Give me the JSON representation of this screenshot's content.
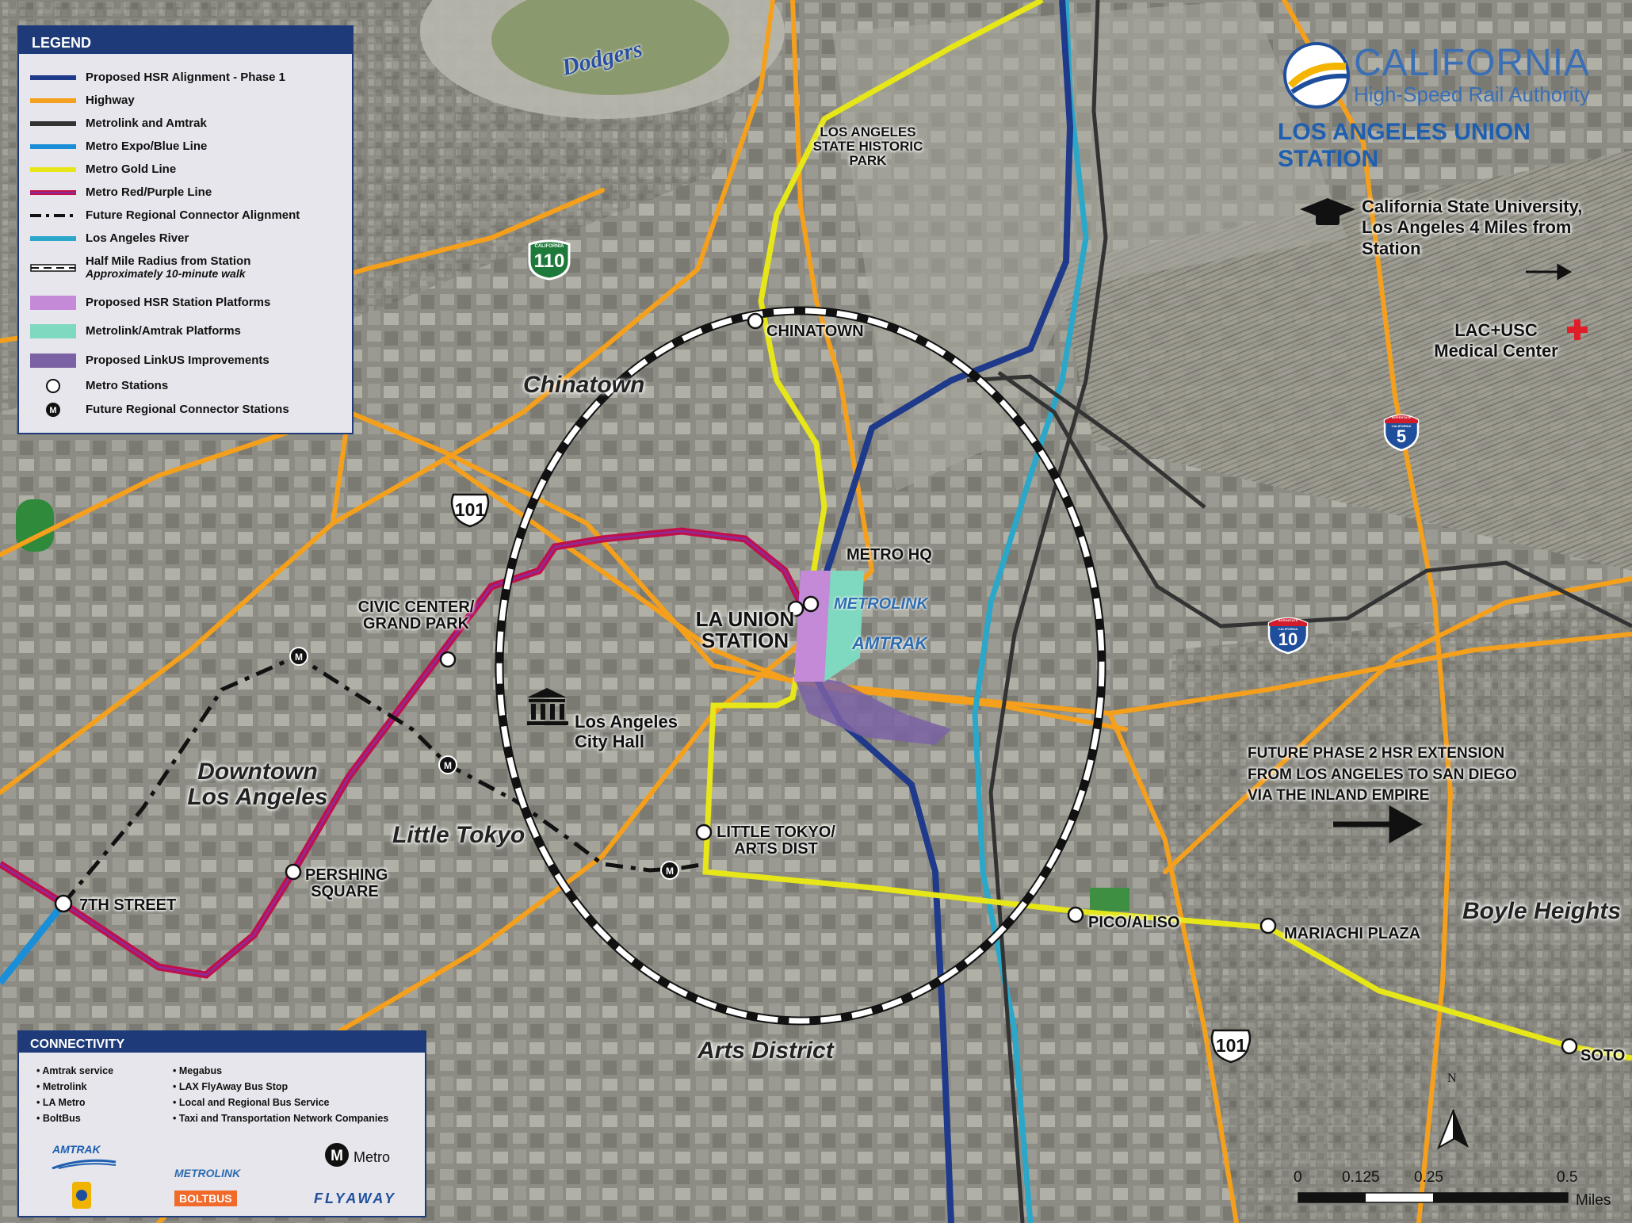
{
  "legend": {
    "title": "LEGEND",
    "items": [
      {
        "label": "Proposed HSR Alignment - Phase 1",
        "color": "#1f3a8a"
      },
      {
        "label": "Highway",
        "color": "#f5a01c"
      },
      {
        "label": "Metrolink and Amtrak",
        "color": "#333333"
      },
      {
        "label": "Metro Expo/Blue Line",
        "color": "#1a8fd8"
      },
      {
        "label": "Metro Gold Line",
        "color": "#e6e619"
      },
      {
        "label": "Metro Red/Purple Line",
        "color": "#d0104a"
      },
      {
        "label": "Future Regional Connector Alignment",
        "color": "#111111"
      },
      {
        "label": "Los Angeles River",
        "color": "#2aa7c9"
      },
      {
        "label": "Half Mile Radius from Station",
        "sublabel": "Approximately 10-minute walk"
      },
      {
        "label": "Proposed HSR Station Platforms",
        "color": "#c48ad8"
      },
      {
        "label": "Metrolink/Amtrak Platforms",
        "color": "#7fd8c0"
      },
      {
        "label": "Proposed LinkUS Improvements",
        "color": "#7b62a4"
      },
      {
        "label": "Metro Stations"
      },
      {
        "label": "Future Regional Connector Stations",
        "symbol": "M"
      }
    ]
  },
  "brand": {
    "line1": "CALIFORNIA",
    "line2": "High-Speed Rail Authority",
    "title": "LOS ANGELES UNION STATION"
  },
  "stations": {
    "chinatown": "CHINATOWN",
    "civic_center": "CIVIC CENTER/ GRAND PARK",
    "union": "LA UNION STATION",
    "little_tokyo": "LITTLE TOKYO/ ARTS DIST",
    "pershing": "PERSHING SQUARE",
    "seventh": "7TH STREET",
    "pico": "PICO/ALISO",
    "mariachi": "MARIACHI PLAZA",
    "soto": "SOTO",
    "metro_hq": "METRO HQ"
  },
  "neighborhoods": {
    "chinatown": "Chinatown",
    "downtown": "Downtown Los Angeles",
    "little_tokyo": "Little Tokyo",
    "arts_district": "Arts District",
    "boyle_heights": "Boyle Heights"
  },
  "places": {
    "historic_park": "LOS ANGELES STATE HISTORIC PARK",
    "city_hall": "Los Angeles City Hall",
    "csula": "California State University, Los Angeles 4 Miles from Station",
    "lac_usc": "LAC+USC Medical Center",
    "phase2": "FUTURE PHASE 2 HSR EXTENSION FROM LOS ANGELES TO SAN DIEGO VIA THE INLAND EMPIRE",
    "dodgers": "Dodgers"
  },
  "shields": {
    "ca110": {
      "top": "CALIFORNIA",
      "num": "110"
    },
    "us101a": "101",
    "us101b": "101",
    "i5": {
      "top": "INTERSTATE",
      "sub": "CALIFORNIA",
      "num": "5"
    },
    "i10": {
      "top": "INTERSTATE",
      "sub": "CALIFORNIA",
      "num": "10"
    }
  },
  "metrolink_amtrak_logo": {
    "metrolink": "METROLINK",
    "amtrak": "AMTRAK"
  },
  "connectivity": {
    "title": "CONNECTIVITY",
    "col1": [
      "Amtrak service",
      "Metrolink",
      "LA Metro",
      "BoltBus"
    ],
    "col2": [
      "Megabus",
      "LAX FlyAway Bus Stop",
      "Local and Regional Bus Service",
      "Taxi and Transportation Network Companies"
    ],
    "logos": {
      "amtrak": "AMTRAK",
      "metrolink": "METROLINK",
      "metro": "Metro",
      "bolt": "BOLTBUS",
      "flyaway": "FLYAWAY"
    }
  },
  "scale": {
    "ticks": [
      "0",
      "0.125",
      "0.25",
      "0.5"
    ],
    "unit": "Miles",
    "north": "N"
  }
}
